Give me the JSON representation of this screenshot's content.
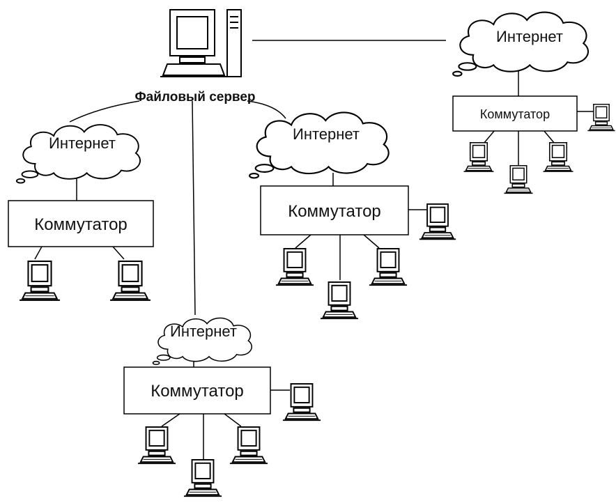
{
  "server": {
    "label": "Файловый сервер"
  },
  "clouds": [
    {
      "id": "cloud-top-right",
      "label": "Интернет"
    },
    {
      "id": "cloud-left",
      "label": "Интернет"
    },
    {
      "id": "cloud-center",
      "label": "Интернет"
    },
    {
      "id": "cloud-bottom",
      "label": "Интернет"
    }
  ],
  "switches": [
    {
      "id": "switch-top-right",
      "label": "Коммутатор"
    },
    {
      "id": "switch-left",
      "label": "Коммутатор"
    },
    {
      "id": "switch-center",
      "label": "Коммутатор"
    },
    {
      "id": "switch-bottom",
      "label": "Коммутатор"
    }
  ],
  "colors": {
    "line": "#000000",
    "fill": "#ffffff"
  },
  "icons": {
    "workstation": "computer-icon",
    "server": "server-icon",
    "network": "cloud-icon"
  }
}
